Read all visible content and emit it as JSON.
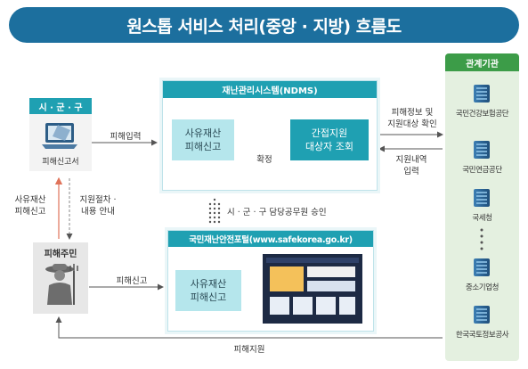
{
  "title": "원스톱 서비스 처리(중앙 · 지방) 흐름도",
  "local_gov": {
    "head": "시 · 군 · 구",
    "caption": "피해신고서"
  },
  "victim": {
    "head": "피해주민"
  },
  "ndms": {
    "head": "재난관리시스템(NDMS)",
    "private_report": [
      "사유재산",
      "피해신고"
    ],
    "confirm": "확정",
    "support_lookup": [
      "간접지원",
      "대상자 조회"
    ]
  },
  "portal": {
    "head": "국민재난안전포털(www.safekorea.go.kr)",
    "private_report": [
      "사유재산",
      "피해신고"
    ]
  },
  "flow_labels": {
    "damage_input": "피해입력",
    "private_damage_report": [
      "사유재산",
      "피해신고"
    ],
    "support_guide": [
      "지원절차 ·",
      "내용 안내"
    ],
    "damage_report": "피해신고",
    "official_approval": "시 · 군 · 구 담당공무원 승인",
    "info_check": [
      "피해정보 및",
      "지원대상 확인"
    ],
    "support_history": [
      "지원내역",
      "입력"
    ],
    "damage_support": "피해지원"
  },
  "agencies": {
    "head": "관계기관",
    "items": [
      "국민건강보험공단",
      "국민연금공단",
      "국세청",
      "중소기업청",
      "한국국토정보공사"
    ]
  },
  "colors": {
    "title_bg": "#1c6f9e",
    "teal": "#1fa0b2",
    "light_teal": "#b5e6ec",
    "agency_green": "#3c9c48",
    "arrow_red": "#e0735a"
  }
}
